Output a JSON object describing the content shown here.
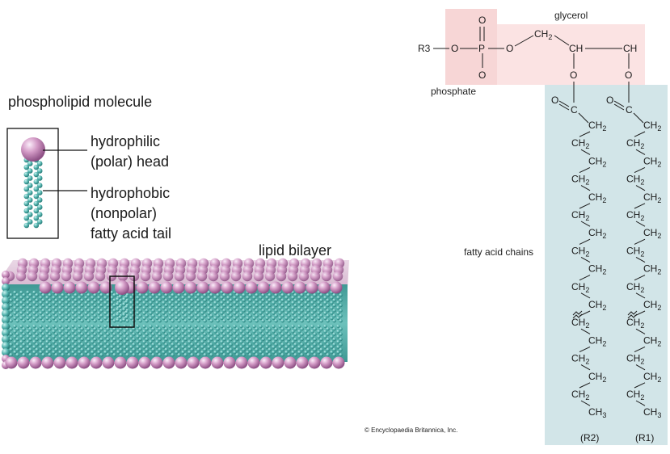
{
  "left_panel": {
    "molecule_title": "phospholipid molecule",
    "head_label_line1": "hydrophilic",
    "head_label_line2": "(polar) head",
    "tail_label_line1": "hydrophobic",
    "tail_label_line2": "(nonpolar)",
    "tail_label_line3": "fatty acid tail",
    "bilayer_title": "lipid bilayer"
  },
  "right_panel": {
    "glycerol_label": "glycerol",
    "phosphate_label": "phosphate",
    "fatty_acid_label": "fatty acid chains",
    "r3": "R3",
    "oxygen": "O",
    "phosphorus": "P",
    "carbon": "C",
    "ch": "CH",
    "ch_base": "CH",
    "ch2_sub": "2",
    "ch3_sub": "3",
    "r2_label": "(R2)",
    "r1_label": "(R1)"
  },
  "credit": "© Encyclopaedia Britannica, Inc.",
  "colors": {
    "head_pink": "#c88db8",
    "tail_teal": "#4aa8a4",
    "phosphate_bg": "#f7d6d6",
    "glycerol_bg": "#fbe3e3",
    "fatty_bg": "#d2e5e8"
  }
}
